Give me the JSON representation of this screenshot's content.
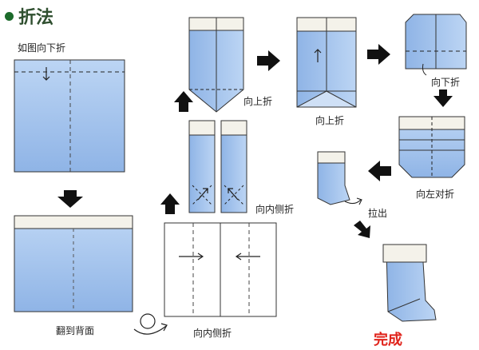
{
  "title": "折法",
  "steps": {
    "fold_down_as_shown": "如图向下折",
    "flip_to_back": "翻到背面",
    "fold_inward_1": "向内侧折",
    "fold_inward_2": "向内侧折",
    "fold_up_1": "向上折",
    "fold_up_2": "向上折",
    "fold_down": "向下折",
    "fold_left_half": "向左对折",
    "pull_out": "拉出",
    "complete": "完成"
  },
  "colors": {
    "paper_blue": "#a9c7ef",
    "paper_blue_dark": "#7fa8e0",
    "paper_white": "#f4f2ea",
    "arrow": "#111111",
    "title_green": "#1d6b2c",
    "complete_red": "#e0231b"
  }
}
